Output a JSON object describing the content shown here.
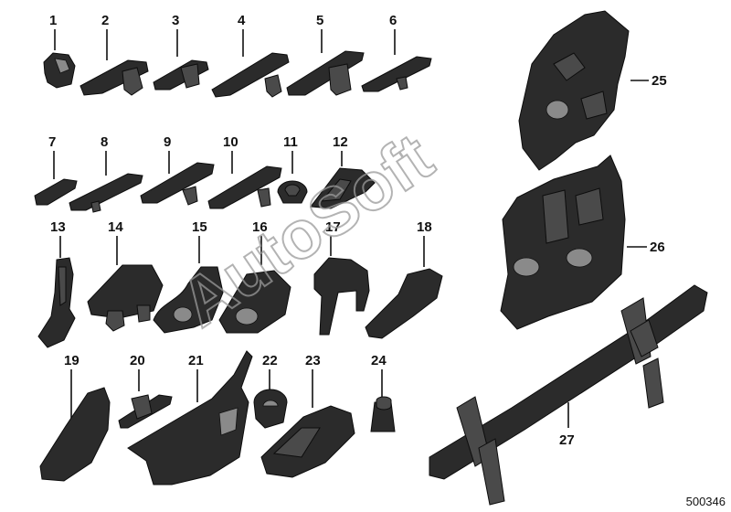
{
  "parts": [
    {
      "id": "p1",
      "label": "1"
    },
    {
      "id": "p2",
      "label": "2"
    },
    {
      "id": "p3",
      "label": "3"
    },
    {
      "id": "p4",
      "label": "4"
    },
    {
      "id": "p5",
      "label": "5"
    },
    {
      "id": "p6",
      "label": "6"
    },
    {
      "id": "p7",
      "label": "7"
    },
    {
      "id": "p8",
      "label": "8"
    },
    {
      "id": "p9",
      "label": "9"
    },
    {
      "id": "p10",
      "label": "10"
    },
    {
      "id": "p11",
      "label": "11"
    },
    {
      "id": "p12",
      "label": "12"
    },
    {
      "id": "p13",
      "label": "13"
    },
    {
      "id": "p14",
      "label": "14"
    },
    {
      "id": "p15",
      "label": "15"
    },
    {
      "id": "p16",
      "label": "16"
    },
    {
      "id": "p17",
      "label": "17"
    },
    {
      "id": "p18",
      "label": "18"
    },
    {
      "id": "p19",
      "label": "19"
    },
    {
      "id": "p20",
      "label": "20"
    },
    {
      "id": "p21",
      "label": "21"
    },
    {
      "id": "p22",
      "label": "22"
    },
    {
      "id": "p23",
      "label": "23"
    },
    {
      "id": "p24",
      "label": "24"
    },
    {
      "id": "p25",
      "label": "25"
    },
    {
      "id": "p26",
      "label": "26"
    },
    {
      "id": "p27",
      "label": "27"
    }
  ],
  "watermark": "AutoSoft",
  "reference_number": "500346"
}
